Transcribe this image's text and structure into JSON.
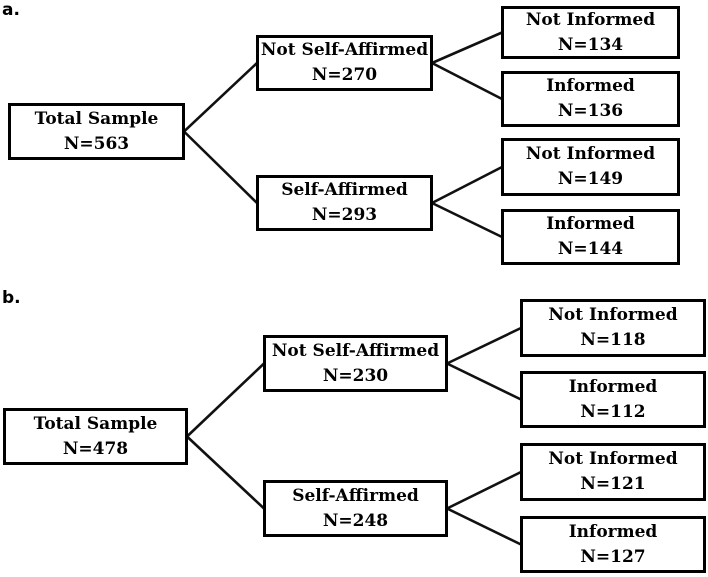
{
  "figure_type": "sample-flow-diagram",
  "colors": {
    "background": "#ffffff",
    "box_border": "#000000",
    "text": "#000000",
    "line": "#111111"
  },
  "panels": [
    {
      "label": "a.",
      "root": {
        "title": "Total Sample",
        "n": "N=563"
      },
      "branches": [
        {
          "title": "Not Self-Affirmed",
          "n": "N=270",
          "children": [
            {
              "title": "Not Informed",
              "n": "N=134"
            },
            {
              "title": "Informed",
              "n": "N=136"
            }
          ]
        },
        {
          "title": "Self-Affirmed",
          "n": "N=293",
          "children": [
            {
              "title": "Not Informed",
              "n": "N=149"
            },
            {
              "title": "Informed",
              "n": "N=144"
            }
          ]
        }
      ]
    },
    {
      "label": "b.",
      "root": {
        "title": "Total Sample",
        "n": "N=478"
      },
      "branches": [
        {
          "title": "Not Self-Affirmed",
          "n": "N=230",
          "children": [
            {
              "title": "Not Informed",
              "n": "N=118"
            },
            {
              "title": "Informed",
              "n": "N=112"
            }
          ]
        },
        {
          "title": "Self-Affirmed",
          "n": "N=248",
          "children": [
            {
              "title": "Not Informed",
              "n": "N=121"
            },
            {
              "title": "Informed",
              "n": "N=127"
            }
          ]
        }
      ]
    }
  ]
}
